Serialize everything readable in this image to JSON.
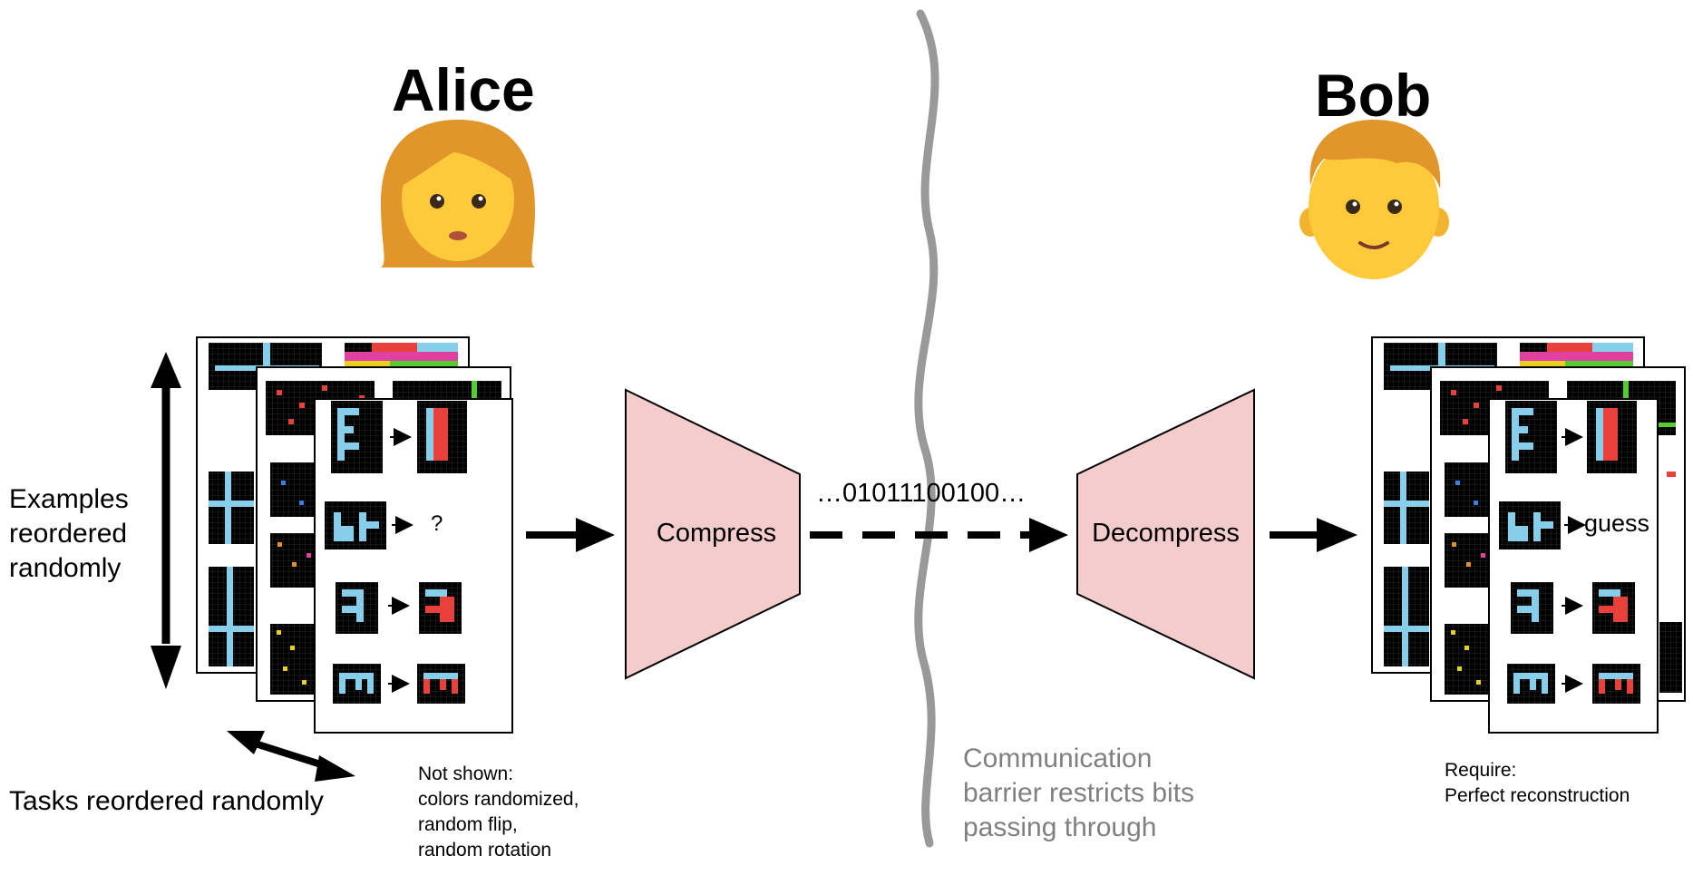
{
  "alice": {
    "name": "Alice"
  },
  "bob": {
    "name": "Bob"
  },
  "left_labels": {
    "examples": [
      "Examples",
      "reordered",
      "randomly"
    ],
    "tasks": "Tasks reordered randomly"
  },
  "not_shown": [
    "Not shown:",
    "colors randomized,",
    "random flip,",
    "random rotation"
  ],
  "compress_label": "Compress",
  "decompress_label": "Decompress",
  "bits": "…01011100100…",
  "barrier_text": [
    "Communication",
    "barrier restricts bits",
    "passing through"
  ],
  "require": [
    "Require:",
    "Perfect reconstruction"
  ],
  "task_card": {
    "question_mark": "?",
    "guess_label": "guess"
  },
  "colors": {
    "trapezoid_fill": "#f4cccc",
    "barrier": "#999999",
    "grid_cyan": "#87ceeb",
    "grid_red": "#e8413b",
    "grid_bg": "#000000"
  }
}
